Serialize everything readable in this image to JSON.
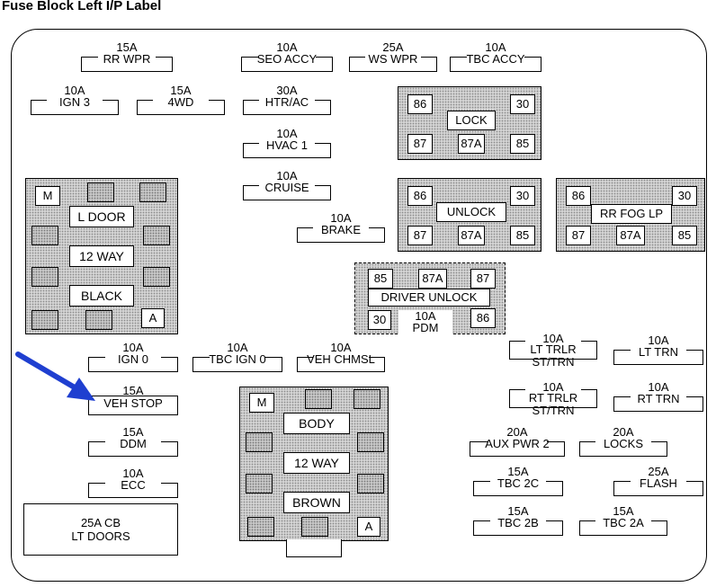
{
  "title": "Fuse Block  Left I/P Label",
  "fuses": {
    "rr_wpr": {
      "amp": "15A",
      "label": "RR WPR"
    },
    "seo_accy": {
      "amp": "10A",
      "label": "SEO ACCY"
    },
    "ws_wpr": {
      "amp": "25A",
      "label": "WS WPR"
    },
    "tbc_accy": {
      "amp": "10A",
      "label": "TBC ACCY"
    },
    "ign3": {
      "amp": "10A",
      "label": "IGN 3"
    },
    "fourwd": {
      "amp": "15A",
      "label": "4WD"
    },
    "htr_ac": {
      "amp": "30A",
      "label": "HTR/AC"
    },
    "hvac1": {
      "amp": "10A",
      "label": "HVAC 1"
    },
    "cruise": {
      "amp": "10A",
      "label": "CRUISE"
    },
    "brake": {
      "amp": "10A",
      "label": "BRAKE"
    },
    "ign0": {
      "amp": "10A",
      "label": "IGN 0"
    },
    "tbc_ign0": {
      "amp": "10A",
      "label": "TBC IGN 0"
    },
    "veh_chmsl": {
      "amp": "10A",
      "label": "VEH CHMSL"
    },
    "veh_stop": {
      "amp": "15A",
      "label": "VEH STOP"
    },
    "ddm": {
      "amp": "15A",
      "label": "DDM"
    },
    "ecc": {
      "amp": "10A",
      "label": "ECC"
    },
    "lt_trlr": {
      "amp": "10A",
      "label1": "LT TRLR",
      "label2": "ST/TRN"
    },
    "lt_trn": {
      "amp": "10A",
      "label": "LT TRN"
    },
    "rt_trlr": {
      "amp": "10A",
      "label1": "RT TRLR",
      "label2": "ST/TRN"
    },
    "rt_trn": {
      "amp": "10A",
      "label": "RT TRN"
    },
    "aux_pwr2": {
      "amp": "20A",
      "label": "AUX PWR 2"
    },
    "locks": {
      "amp": "20A",
      "label": "LOCKS"
    },
    "tbc2c": {
      "amp": "15A",
      "label": "TBC 2C"
    },
    "flash": {
      "amp": "25A",
      "label": "FLASH"
    },
    "tbc2b": {
      "amp": "15A",
      "label": "TBC 2B"
    },
    "tbc2a": {
      "amp": "15A",
      "label": "TBC 2A"
    }
  },
  "relays": {
    "lock": {
      "label": "LOCK",
      "pins": [
        "86",
        "30",
        "87",
        "87A",
        "85"
      ]
    },
    "unlock": {
      "label": "UNLOCK",
      "pins": [
        "86",
        "30",
        "87",
        "87A",
        "85"
      ]
    },
    "rr_fog": {
      "label": "RR FOG LP",
      "pins": [
        "86",
        "30",
        "87",
        "87A",
        "85"
      ]
    },
    "driver_unlock": {
      "label": "DRIVER UNLOCK",
      "pins": [
        "85",
        "87A",
        "87",
        "30",
        "86"
      ],
      "pdm_amp": "10A",
      "pdm_label": "PDM"
    }
  },
  "connectors": {
    "left": {
      "m": "M",
      "a": "A",
      "labels": [
        "L DOOR",
        "12 WAY",
        "BLACK"
      ]
    },
    "center": {
      "m": "M",
      "a": "A",
      "labels": [
        "BODY",
        "12 WAY",
        "BROWN"
      ]
    }
  },
  "circuit_breaker": {
    "line1": "25A CB",
    "line2": "LT DOORS"
  },
  "arrow_color": "#1f3fd0"
}
